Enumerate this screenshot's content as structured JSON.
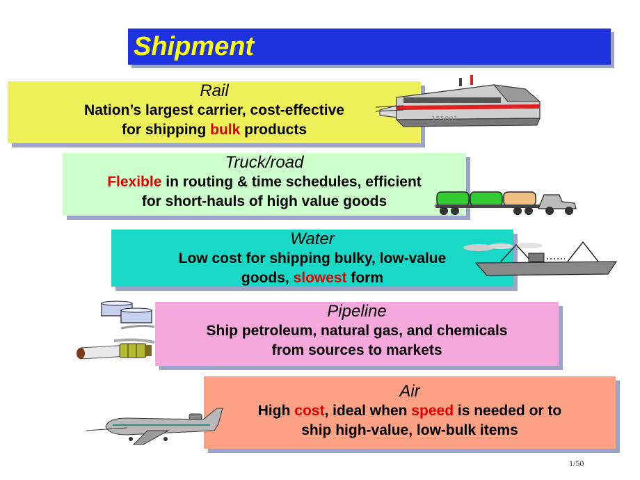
{
  "title": "Shipment",
  "modes": {
    "rail": {
      "heading": "Rail",
      "line1": "Nation’s largest carrier, cost-effective",
      "line2_pre": "for shipping ",
      "line2_red": "bulk",
      "line2_post": " products",
      "train_code": "155001"
    },
    "truck": {
      "heading": "Truck/road",
      "line1_red": "Flexible",
      "line1_post": " in routing & time schedules, efficient",
      "line2": "for short-hauls of high value goods"
    },
    "water": {
      "heading": "Water",
      "line1": "Low cost for shipping bulky, low-value",
      "line2_pre": "goods, ",
      "line2_red": "slowest",
      "line2_post": " form"
    },
    "pipeline": {
      "heading": "Pipeline",
      "line1": "Ship petroleum, natural gas, and chemicals",
      "line2": "from sources to markets"
    },
    "air": {
      "heading": "Air",
      "line1_pre": "High ",
      "line1_red1": "cost",
      "line1_mid": ", ideal when ",
      "line1_red2": "speed",
      "line1_post": " is needed or to",
      "line2": "ship high-value, low-bulk items"
    }
  },
  "page_number": "1/50",
  "colors": {
    "title_bar": "#1e33e0",
    "title_text": "#ffff00",
    "highlight": "#e00000",
    "rail_box": "#eef05a",
    "truck_box": "#ccffcc",
    "water_box": "#19d9c6",
    "pipeline_box": "#f4a8dc",
    "air_box": "#fca184"
  },
  "icons": [
    "train-illustration",
    "truck-illustration",
    "ship-illustration",
    "pipeline-illustration",
    "airplane-illustration"
  ]
}
